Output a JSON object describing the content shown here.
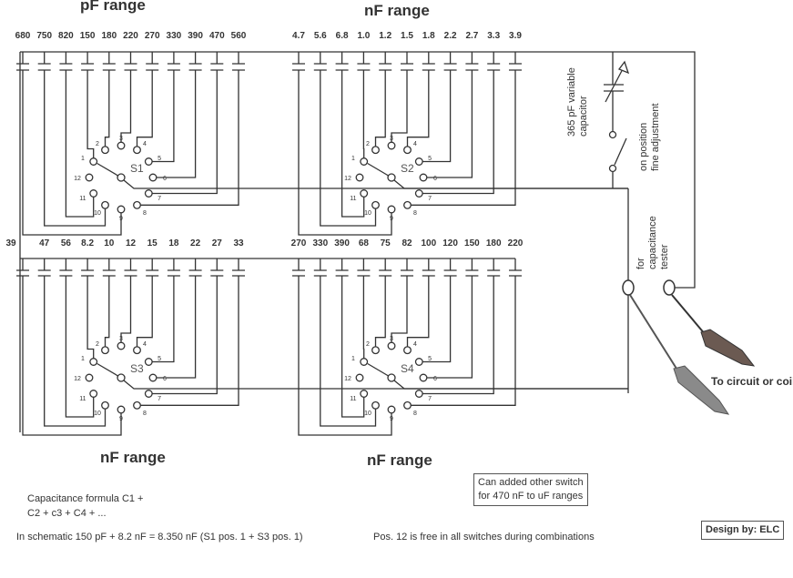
{
  "titles": {
    "top_left": "pF range",
    "top_right": "nF range",
    "bottom_left": "nF range",
    "bottom_right": "nF range"
  },
  "capacitor_groups": [
    {
      "switch": "S1",
      "values": [
        "680",
        "750",
        "820",
        "150",
        "180",
        "220",
        "270",
        "330",
        "390",
        "470",
        "560"
      ]
    },
    {
      "switch": "S2",
      "values": [
        "4.7",
        "5.6",
        "6.8",
        "1.0",
        "1.2",
        "1.5",
        "1.8",
        "2.2",
        "2.7",
        "3.3",
        "3.9"
      ]
    },
    {
      "switch": "S3",
      "values": [
        "39",
        "47",
        "56",
        "8.2",
        "10",
        "12",
        "15",
        "18",
        "22",
        "27",
        "33"
      ]
    },
    {
      "switch": "S4",
      "values": [
        "270",
        "330",
        "390",
        "68",
        "75",
        "82",
        "100",
        "120",
        "150",
        "180",
        "220"
      ]
    }
  ],
  "contact_labels": [
    "1",
    "2",
    "3",
    "4",
    "5",
    "6",
    "7",
    "8",
    "9",
    "10",
    "11",
    "12"
  ],
  "labels": {
    "variable_capacitor": [
      "365 pF variable",
      "capacitor"
    ],
    "fine_adjustment": [
      "on position",
      "fine adjustment"
    ],
    "tester": [
      "for",
      "capacitance",
      "tester"
    ],
    "to_circuit": "To circuit or coil"
  },
  "notes": {
    "formula_line1": "Capacitance formula C1 +",
    "formula_line2": "C2 + c3 + C4  + ...",
    "example": "In schematic 150 pF + 8.2 nF = 8.350 nF (S1 pos. 1 + S3 pos. 1)",
    "pos12": "Pos. 12 is free in all switches during combinations",
    "extra_switch_line1": "Can added other switch",
    "extra_switch_line2": "for 470 nF to uF ranges",
    "design": "Design by: ELC"
  },
  "colors": {
    "line": "#333333",
    "clip": "#8a8a8a"
  }
}
